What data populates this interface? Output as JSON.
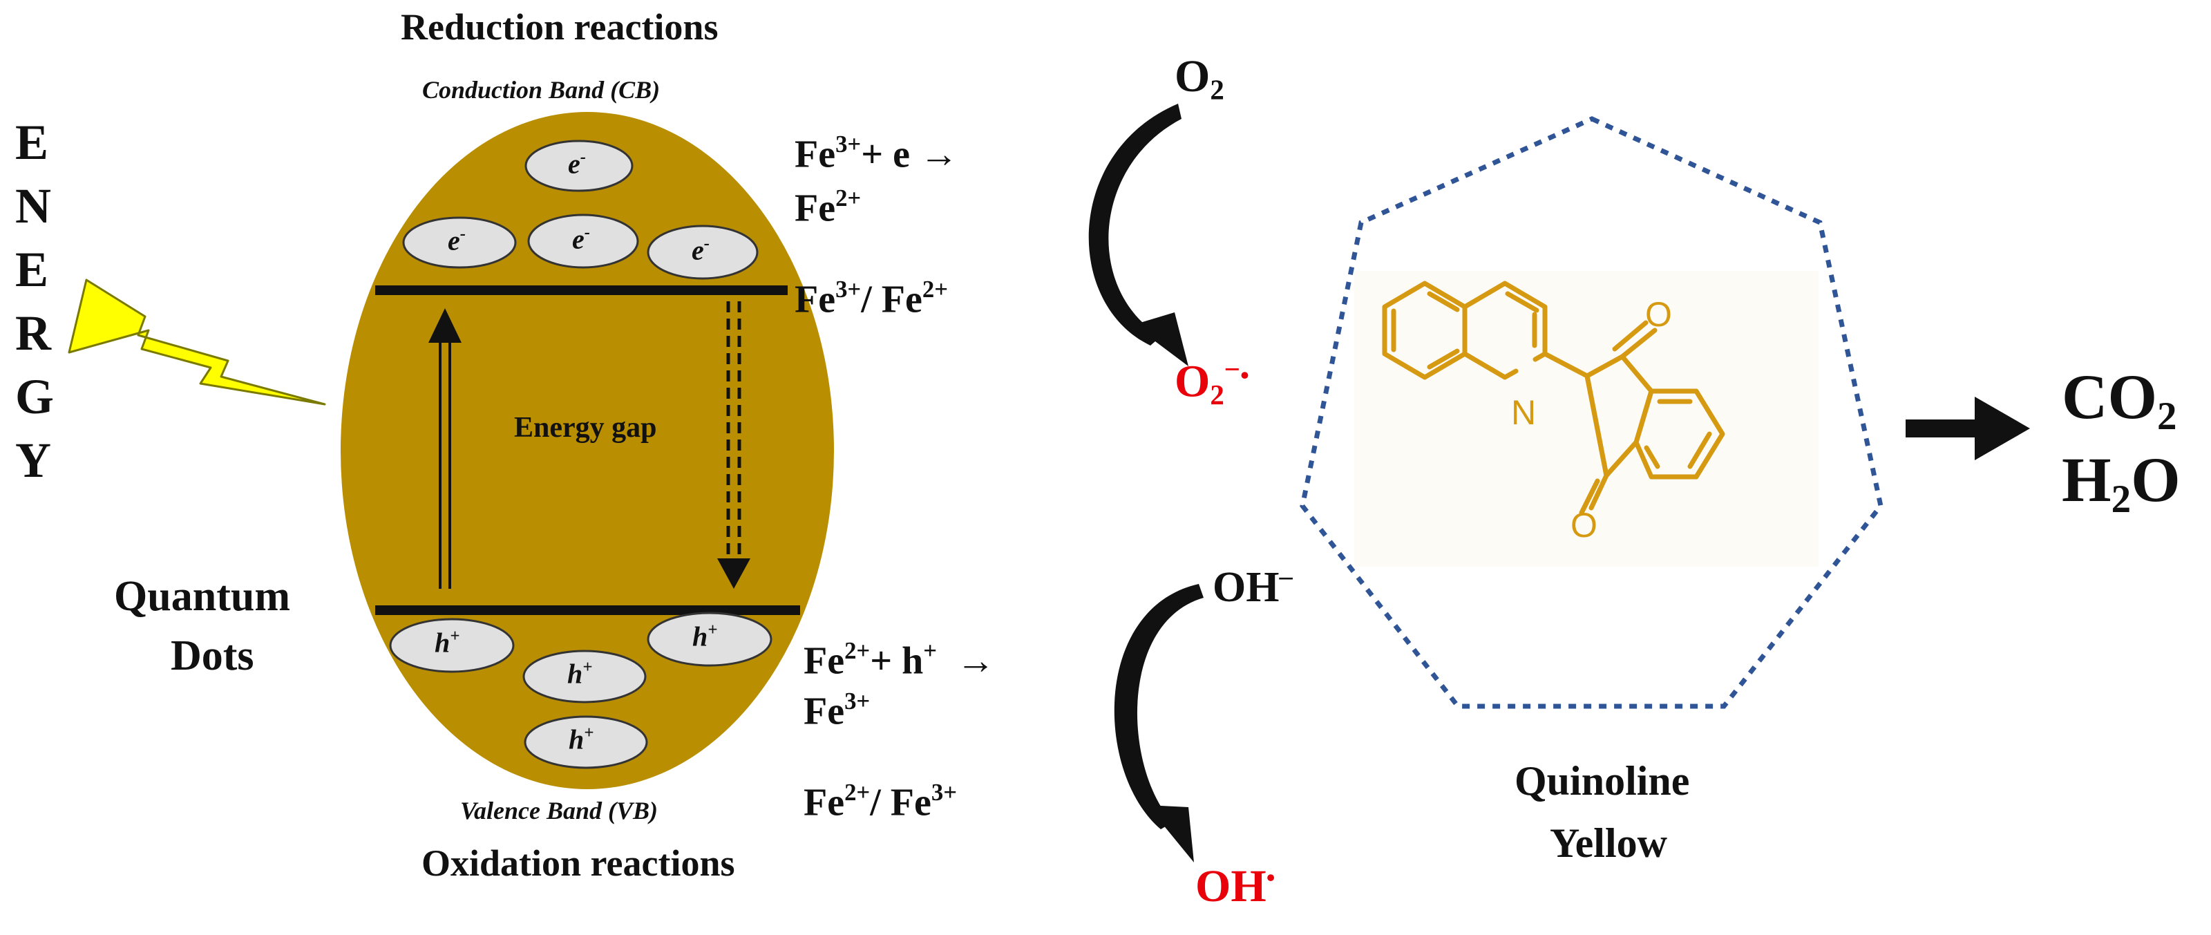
{
  "energy_label": [
    "E",
    "N",
    "E",
    "R",
    "G",
    "Y"
  ],
  "quantum_dots": [
    "Quantum",
    "Dots"
  ],
  "titles": {
    "reduction": "Reduction reactions",
    "oxidation": "Oxidation reactions",
    "conduction_band": "Conduction Band (CB)",
    "valence_band": "Valence Band (VB)",
    "energy_gap": "Energy gap"
  },
  "carriers": {
    "electron": {
      "base": "e",
      "sup": "-"
    },
    "hole": {
      "base": "h",
      "sup": "+"
    }
  },
  "reactions": {
    "reduction_line1": {
      "a": "Fe",
      "a_sup": "3+",
      "b": "+  e  →"
    },
    "reduction_line2": {
      "a": "Fe",
      "a_sup": "2+"
    },
    "cb_couple": {
      "a": "Fe",
      "a_sup": "3+",
      "b": "/ Fe",
      "b_sup": "2+"
    },
    "oxidation_line1": {
      "a": "Fe",
      "a_sup": "2+",
      "b": "+  h",
      "b_sup": "+",
      "c": "→"
    },
    "oxidation_line2": {
      "a": "Fe",
      "a_sup": "3+"
    },
    "vb_couple": {
      "a": "Fe",
      "a_sup": "2+",
      "b": "/ Fe",
      "b_sup": "3+"
    }
  },
  "species": {
    "o2": {
      "base": "O",
      "sub": "2"
    },
    "superoxide": {
      "base": "O",
      "sub": "2",
      "sup": "−",
      "dot": "•"
    },
    "hydroxide": {
      "base": "OH",
      "sup": "–"
    },
    "hydroxyl": {
      "base": "OH",
      "dot": "•"
    }
  },
  "dye": {
    "name_line1": "Quinoline",
    "name_line2": "Yellow",
    "atoms": {
      "n": "N",
      "o_top": "O",
      "o_bottom": "O"
    }
  },
  "products": {
    "co2": {
      "base": "CO",
      "sub": "2"
    },
    "h2o": {
      "a": "H",
      "sub": "2",
      "b": "O"
    }
  },
  "colors": {
    "dot_body": "#b98e00",
    "band_line": "#111111",
    "carrier_fill": "#e0e0e0",
    "lightning": "#ffff00",
    "radical_red": "#e8000b",
    "dye_gold": "#d69a12",
    "heptagon": "#2f5597"
  }
}
